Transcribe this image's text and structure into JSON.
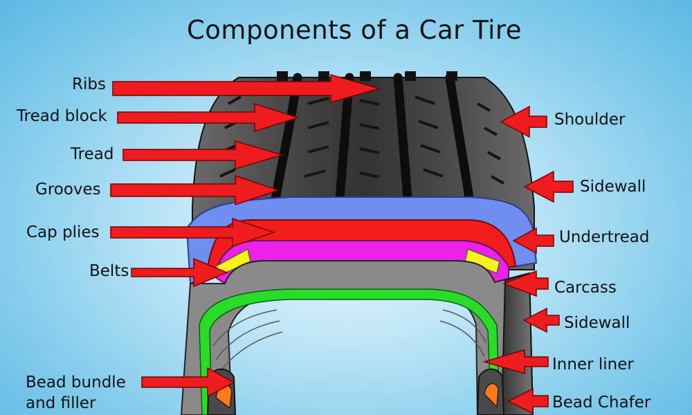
{
  "title": "Components of a Car Tire",
  "labels": {
    "ribs": "Ribs",
    "tread_block": "Tread block",
    "tread": "Tread",
    "grooves": "Grooves",
    "cap_plies": "Cap plies",
    "belts": "Belts",
    "bead_bundle_line1": "Bead bundle",
    "bead_bundle_line2": "and filler",
    "shoulder": "Shoulder",
    "sidewall_upper": "Sidewall",
    "undertread": "Undertread",
    "carcass": "Carcass",
    "sidewall_lower": "Sidewall",
    "inner_liner": "Inner liner",
    "bead_chafer": "Bead Chafer"
  },
  "colors": {
    "arrow": "#ee1c1c",
    "tread_rubber": "#3b3b3b",
    "cap_plies": "#6f8ef0",
    "undertread": "#f21c1c",
    "belts": "#ee22e6",
    "belt_edge": "#f6f21a",
    "carcass": "#8a8a8a",
    "inner_liner": "#29dc29",
    "bead": "#ff7a1a"
  }
}
